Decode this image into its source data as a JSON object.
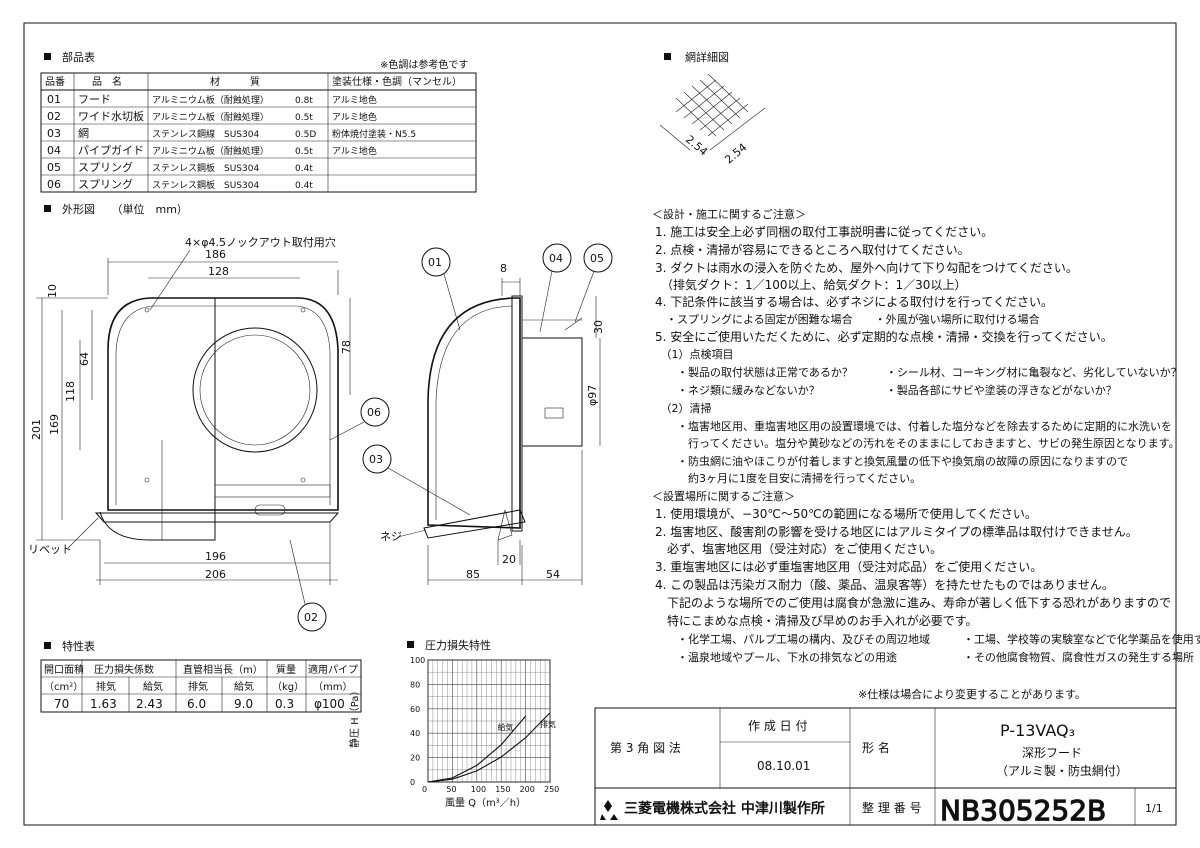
{
  "parts": {
    "heading": "部品表",
    "note": "※色調は参考色です",
    "columns": [
      "品番",
      "品　名",
      "材　　　質",
      "塗装仕様・色調（マンセル）"
    ],
    "rows": [
      {
        "no": "01",
        "name": "フード",
        "material": "アルミニウム板（耐蝕処理）",
        "thick": "0.8t",
        "finish": "アルミ地色"
      },
      {
        "no": "02",
        "name": "ワイド水切板",
        "material": "アルミニウム板（耐蝕処理）",
        "thick": "0.5t",
        "finish": "アルミ地色"
      },
      {
        "no": "03",
        "name": "網",
        "material": "ステンレス鋼線　SUS304",
        "thick": "0.5D",
        "finish": "粉体焼付塗装・N5.5"
      },
      {
        "no": "04",
        "name": "パイプガイド",
        "material": "アルミニウム板（耐蝕処理）",
        "thick": "0.5t",
        "finish": "アルミ地色"
      },
      {
        "no": "05",
        "name": "スプリング",
        "material": "ステンレス鋼板　SUS304",
        "thick": "0.4t",
        "finish": ""
      },
      {
        "no": "06",
        "name": "スプリング",
        "material": "ステンレス鋼板　SUS304",
        "thick": "0.4t",
        "finish": ""
      }
    ]
  },
  "outline": {
    "heading": "外形図　　（単位　mm）",
    "knockout_note": "4×φ4.5ノックアウト取付用穴",
    "dims": {
      "d186": "186",
      "d128": "128",
      "d10": "10",
      "d64": "64",
      "d118": "118",
      "d169": "169",
      "d201": "201",
      "d78": "78",
      "d196": "196",
      "d206": "206",
      "d8": "8",
      "d30": "30",
      "d97": "φ97",
      "d20": "20",
      "d85": "85",
      "d54": "54"
    },
    "labels": {
      "rivet": "リベット",
      "screw": "ネジ",
      "p01": "01",
      "p02": "02",
      "p03": "03",
      "p04": "04",
      "p05": "05",
      "p06": "06"
    }
  },
  "mesh": {
    "heading": "網詳細図",
    "pitch1": "2.54",
    "pitch2": "2.54"
  },
  "notes": [
    "＜設計・施工に関するご注意＞",
    "1. 施工は安全上必ず同梱の取付工事説明書に従ってください。",
    "2. 点検・清掃が容易にできるところへ取付けてください。",
    "3. ダクトは雨水の浸入を防ぐため、屋外へ向けて下り勾配をつけてください。",
    "　（排気ダクト：1／100以上、給気ダクト：1／30以上）",
    "4. 下記条件に該当する場合は、必ずネジによる取付けを行ってください。",
    "　・スプリングによる固定が困難な場合　　・外風が強い場所に取付ける場合",
    "5. 安全にご使用いただくために、必ず定期的な点検・清掃・交換を行ってください。",
    "　（1）点検項目",
    "　　・製品の取付状態は正常であるか？　　　・シール材、コーキング材に亀裂など、劣化していないか？",
    "　　・ネジ類に緩みなどないか？　　　　　　・製品各部にサビや塗装の浮きなどがないか？",
    "　（2）清掃",
    "　　・塩害地区用、重塩害地区用の設置環境では、付着した塩分などを除去するために定期的に水洗いを",
    "　　　行ってください。塩分や黄砂などの汚れをそのままにしておきますと、サビの発生原因となります。",
    "　　・防虫網に油やほこりが付着しますと換気風量の低下や換気扇の故障の原因になりますので",
    "　　　約3ヶ月に1度を目安に清掃を行ってください。",
    "＜設置場所に関するご注意＞",
    "1. 使用環境が、−30℃〜50℃の範囲になる場所で使用してください。",
    "2. 塩害地区、酸害剤の影響を受ける地区にはアルミタイプの標準品は取付けできません。",
    "　必ず、塩害地区用（受注対応）をご使用ください。",
    "3. 重塩害地区には必ず重塩害地区用（受注対応品）をご使用ください。",
    "4. この製品は汚染ガス耐力（酸、薬品、温泉客等）を持たせたものではありません。",
    "　下記のような場所でのご使用は腐食が急激に進み、寿命が著しく低下する恐れがありますので",
    "　特にこまめな点検・清掃及び早めのお手入れが必要です。",
    "　　・化学工場、パルプ工場の構内、及びその周辺地域　　　・工場、学校等の実験室などで化学薬品を使用する場所",
    "　　・温泉地域やプール、下水の排気などの用途　　　　　　・その他腐食物質、腐食性ガスの発生する場所"
  ],
  "spec_note": "※仕様は場合により変更することがあります。",
  "characteristics": {
    "heading": "特性表",
    "h1": [
      "開口面積",
      "圧力損失係数",
      "直管相当長（m）",
      "質量",
      "適用パイプ"
    ],
    "h2": [
      "（cm²）",
      "排気",
      "給気",
      "排気",
      "給気",
      "（kg）",
      "（mm）"
    ],
    "values": [
      "70",
      "1.63",
      "2.43",
      "6.0",
      "9.0",
      "0.3",
      "φ100"
    ]
  },
  "pressure_chart": {
    "heading": "圧力損失特性"
  },
  "chart_data": {
    "type": "line",
    "title": "圧力損失特性",
    "xlabel": "風量 Q（m³／h）",
    "ylabel": "静圧 H（Pa）",
    "xlim": [
      0,
      250
    ],
    "ylim": [
      0,
      100
    ],
    "xticks": [
      0,
      50,
      100,
      150,
      200,
      250
    ],
    "yticks": [
      0,
      20,
      40,
      60,
      80,
      100
    ],
    "grid": true,
    "series": [
      {
        "name": "給気",
        "x": [
          0,
          50,
          100,
          150,
          200
        ],
        "y": [
          0,
          3.4,
          13.6,
          30.5,
          54.0
        ]
      },
      {
        "name": "排気",
        "x": [
          0,
          50,
          100,
          150,
          200,
          250
        ],
        "y": [
          0,
          2.3,
          9.1,
          20.5,
          36.3,
          56.7
        ]
      }
    ]
  },
  "title_block": {
    "projection": "第 3 角 図 法",
    "created_label": "作 成 日 付",
    "created_date": "08.10.01",
    "form_label": "形 名",
    "model": "P-13VAQ₃",
    "desc1": "深形フード",
    "desc2": "（アルミ製・防虫網付）",
    "company": "三菱電機株式会社 中津川製作所",
    "ref_label": "整 理 番 号",
    "ref_no": "NB305252B",
    "page": "1/1"
  }
}
